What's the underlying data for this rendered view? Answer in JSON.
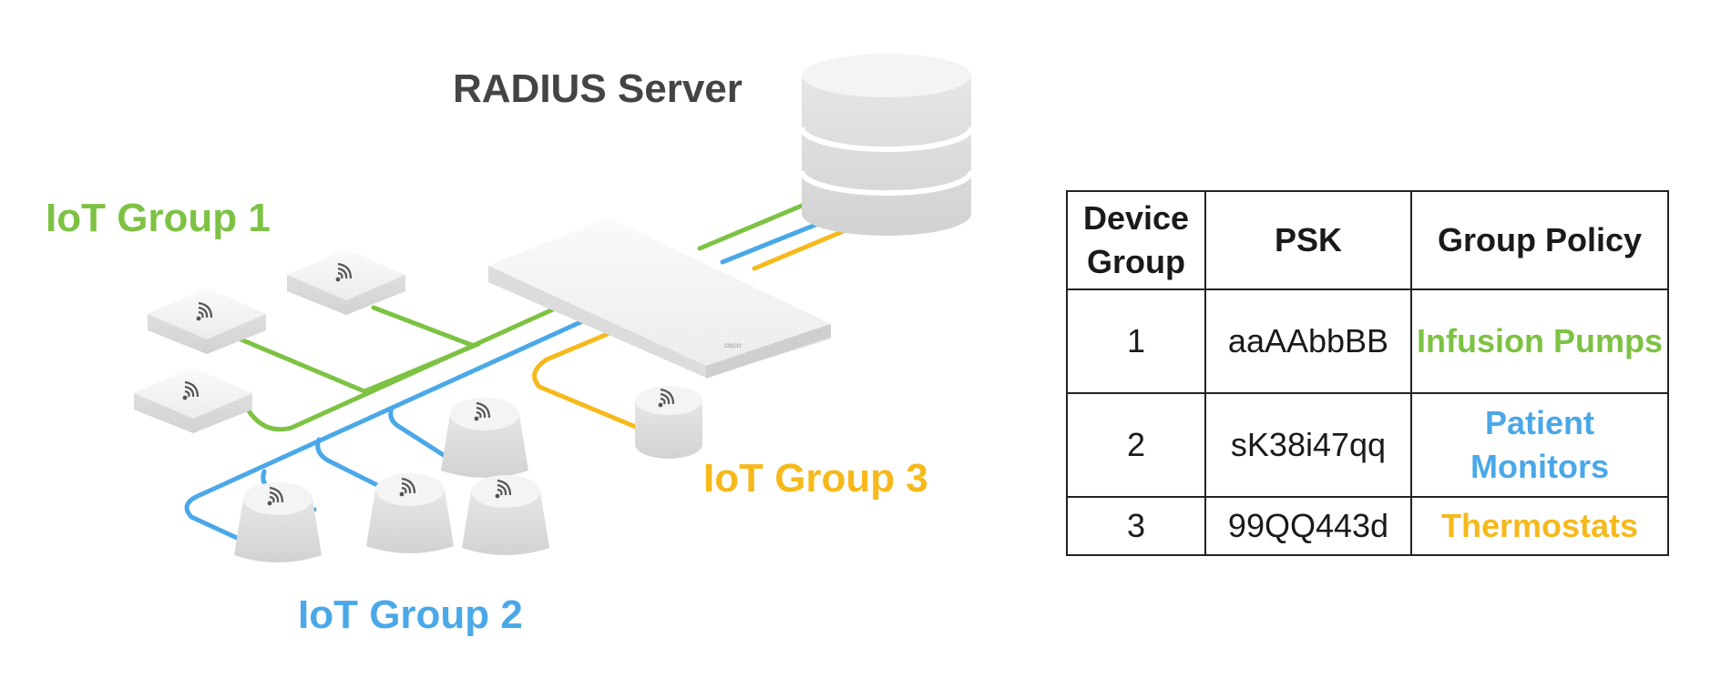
{
  "labels": {
    "server": "RADIUS Server",
    "group1": "IoT Group 1",
    "group2": "IoT Group 2",
    "group3": "IoT Group 3"
  },
  "colors": {
    "group1": "#7dc243",
    "group2": "#4aa8e8",
    "group3": "#f5b91c",
    "server_label": "#444444"
  },
  "icons": {
    "server": "database-server-icon",
    "access_point": "access-point-icon",
    "group1_device": "wifi-hub-icon",
    "group2_device": "wifi-sensor-icon",
    "group3_device": "wifi-thermostat-icon"
  },
  "table": {
    "headers": [
      "Device Group",
      "PSK",
      "Group Policy"
    ],
    "rows": [
      {
        "group": "1",
        "psk": "aaAAbbBB",
        "policy": "Infusion Pumps",
        "color": "#7dc243"
      },
      {
        "group": "2",
        "psk": "sK38i47qq",
        "policy": "Patient Monitors",
        "color": "#4aa8e8"
      },
      {
        "group": "3",
        "psk": "99QQ443d",
        "policy": "Thermostats",
        "color": "#f5b91c"
      }
    ]
  }
}
